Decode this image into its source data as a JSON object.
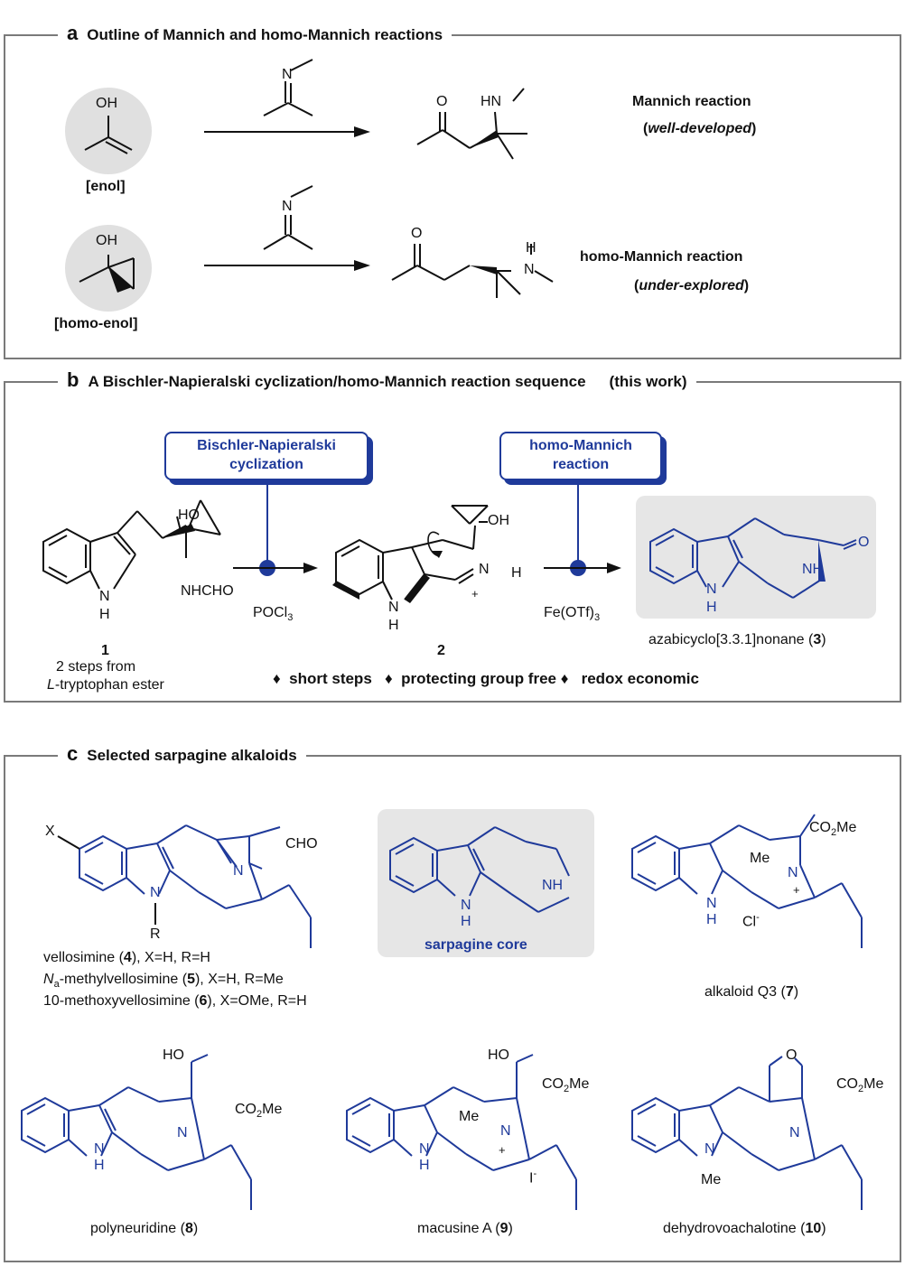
{
  "panel_a": {
    "letter": "a",
    "title": "Outline of Mannich and homo-Mannich reactions",
    "enol_label": "[enol]",
    "homoenol_label": "[homo-enol]",
    "oh": "OH",
    "o": "O",
    "n": "N",
    "hn": "HN",
    "h": "H",
    "mannich_name": "Mannich reaction",
    "mannich_note_open": "(",
    "mannich_note": "well-developed",
    "mannich_note_close": ")",
    "homo_name": "homo-Mannich reaction",
    "homo_note_open": "(",
    "homo_note": "under-explored",
    "homo_note_close": ")"
  },
  "panel_b": {
    "letter": "b",
    "title": "A Bischler-Napieralski cyclization/homo-Mannich reaction sequence",
    "tag": "(this work)",
    "callout1_line1": "Bischler-Napieralski",
    "callout1_line2": "cyclization",
    "callout2_line1": "homo-Mannich",
    "callout2_line2": "reaction",
    "reagent1": "POCl",
    "reagent1_sub": "3",
    "reagent2": "Fe(OTf)",
    "reagent2_sub": "3",
    "ho": "HO",
    "oh": "OH",
    "nhcho": "NHCHO",
    "n": "N",
    "h": "H",
    "nh": "NH",
    "n_plus_h": "N",
    "plus": "+",
    "o": "O",
    "cmpd1_num": "1",
    "cmpd1_note1": "2 steps from",
    "cmpd1_note2_italic": "L",
    "cmpd1_note2_rest": "-tryptophan ester",
    "cmpd2_num": "2",
    "cmpd3_label_pre": "azabicyclo[3.3.1]nonane (",
    "cmpd3_num": "3",
    "cmpd3_label_post": ")",
    "feature1": "short steps",
    "feature2": "protecting group free",
    "feature3": "redox economic",
    "diamond": "♦"
  },
  "panel_c": {
    "letter": "c",
    "title": "Selected sarpagine alkaloids",
    "core_label": "sarpagine core",
    "x": "X",
    "r": "R",
    "n": "N",
    "h": "H",
    "nh": "NH",
    "cho": "CHO",
    "co2me_pre": "CO",
    "co2me_sub": "2",
    "co2me_post": "Me",
    "me": "Me",
    "ho": "HO",
    "o": "O",
    "cl": "Cl",
    "cl_sup": "-",
    "i": "I",
    "i_sup": "-",
    "plus": "+",
    "vello1_pre": "vellosimine (",
    "vello1_num": "4",
    "vello1_post": "), X=H, R=H",
    "vello2_n": "N",
    "vello2_sub": "a",
    "vello2_pre": "-methylvellosimine (",
    "vello2_num": "5",
    "vello2_post": "), X=H, R=Me",
    "vello3_pre": "10-methoxyvellosimine (",
    "vello3_num": "6",
    "vello3_post": "), X=OMe, R=H",
    "q3_pre": "alkaloid Q3 (",
    "q3_num": "7",
    "q3_post": ")",
    "poly_pre": "polyneuridine (",
    "poly_num": "8",
    "poly_post": ")",
    "macu_pre": "macusine A (",
    "macu_num": "9",
    "macu_post": ")",
    "dehy_pre": "dehydrovoachalotine (",
    "dehy_num": "10",
    "dehy_post": ")"
  },
  "colors": {
    "blue": "#1f3a9a",
    "frame": "#7a7a7a",
    "shade": "#e6e6e6",
    "black": "#111111"
  }
}
